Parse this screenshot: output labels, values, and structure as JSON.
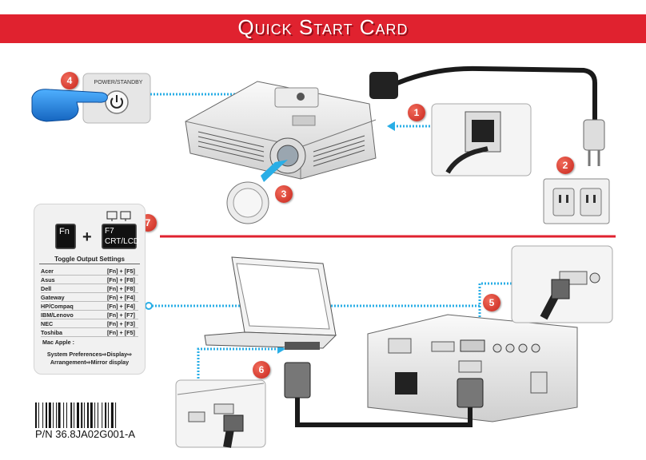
{
  "header": {
    "title": "Quick Start Card",
    "color": "#e0222f"
  },
  "steps": [
    {
      "number": "1",
      "meaning": "connect power cord to projector"
    },
    {
      "number": "2",
      "meaning": "plug into wall outlet"
    },
    {
      "number": "3",
      "meaning": "remove lens cap"
    },
    {
      "number": "4",
      "meaning": "press power/standby"
    },
    {
      "number": "5",
      "meaning": "connect VGA cable to projector"
    },
    {
      "number": "6",
      "meaning": "connect VGA cable to laptop"
    },
    {
      "number": "7",
      "meaning": "toggle output"
    }
  ],
  "power_button": {
    "label": "POWER/STANDBY",
    "icon": "power-icon"
  },
  "keys": {
    "fn": "Fn",
    "plus": "+",
    "f7_top": "F7",
    "f7_bottom": "CRT/LCD"
  },
  "toggle_output": {
    "title": "Toggle Output Settings",
    "rows": [
      {
        "brand": "Acer",
        "keys": "[Fn] + [F5]"
      },
      {
        "brand": "Asus",
        "keys": "[Fn] + [F8]"
      },
      {
        "brand": "Dell",
        "keys": "[Fn] + [F8]"
      },
      {
        "brand": "Gateway",
        "keys": "[Fn] + [F4]"
      },
      {
        "brand": "HP/Compaq",
        "keys": "[Fn] + [F4]"
      },
      {
        "brand": "IBM/Lenovo",
        "keys": "[Fn] + [F7]"
      },
      {
        "brand": "NEC",
        "keys": "[Fn] + [F3]"
      },
      {
        "brand": "Toshiba",
        "keys": "[Fn] + [F5]"
      }
    ],
    "mac_label": "Mac Apple :",
    "mac_line1": "System Preferences⇨Display⇨",
    "mac_line2": "Arrangement⇨Mirror display"
  },
  "part_number": "P/N 36.8JA02G001-A",
  "colors": {
    "badge": "#d93a2b",
    "guide_line": "#29aee6",
    "divider": "#e0222f",
    "hand": "#1e90e8"
  }
}
